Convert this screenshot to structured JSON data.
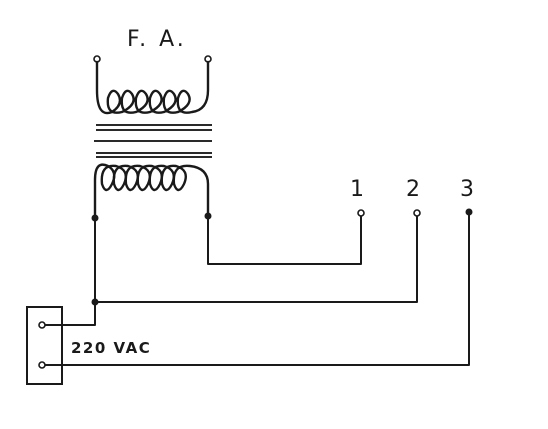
{
  "diagram": {
    "transformer_label": "F. A.",
    "supply_label": "220 VAC",
    "terminals": [
      {
        "label": "1"
      },
      {
        "label": "2"
      },
      {
        "label": "3"
      }
    ]
  }
}
